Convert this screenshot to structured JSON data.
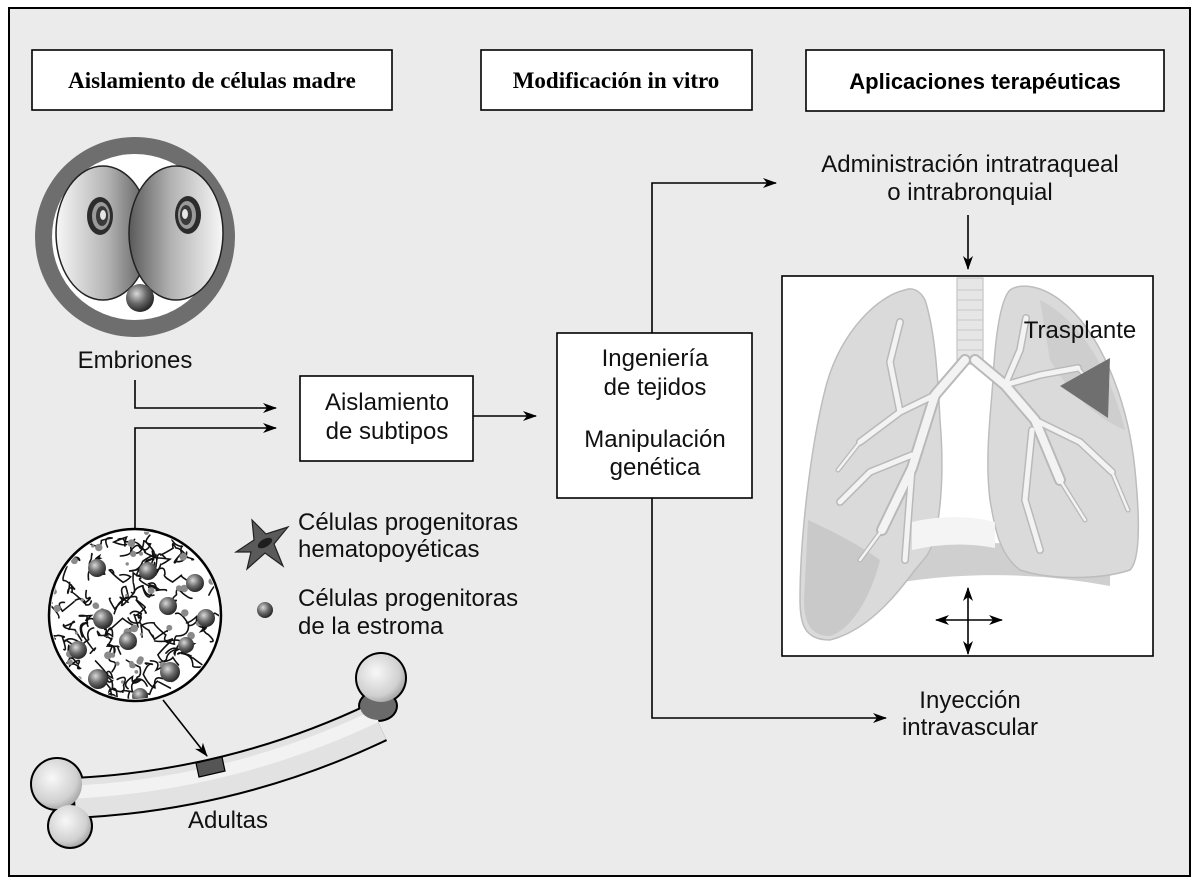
{
  "headers": {
    "isolation": "Aislamiento de células madre",
    "modification": "Modificación in vitro",
    "applications": "Aplicaciones terapéuticas"
  },
  "sources": {
    "embryos": "Embriones",
    "adults": "Adultas"
  },
  "subtype_isolation": [
    "Aislamiento",
    "de subtipos"
  ],
  "modification_steps": {
    "tissue_engineering": [
      "Ingeniería",
      "de tejidos"
    ],
    "genetic_manipulation": [
      "Manipulación",
      "genética"
    ]
  },
  "legend": [
    {
      "icon": "hematopoietic-progenitor-cell-icon",
      "lines": [
        "Células progenitoras",
        "hematopoyéticas"
      ]
    },
    {
      "icon": "stromal-progenitor-cell-icon",
      "lines": [
        "Células progenitoras",
        "de la estroma"
      ]
    }
  ],
  "applications": {
    "airway": [
      "Administración intratraqueal",
      "o intrabronquial"
    ],
    "transplant": "Trasplante",
    "intravascular": [
      "Inyección",
      "intravascular"
    ]
  },
  "colors": {
    "frame_background": "#ebebeb",
    "zona_ring": "#6e6e6e",
    "lung_fill": "#dadada",
    "transplant_marker": "#6f6f6f"
  }
}
